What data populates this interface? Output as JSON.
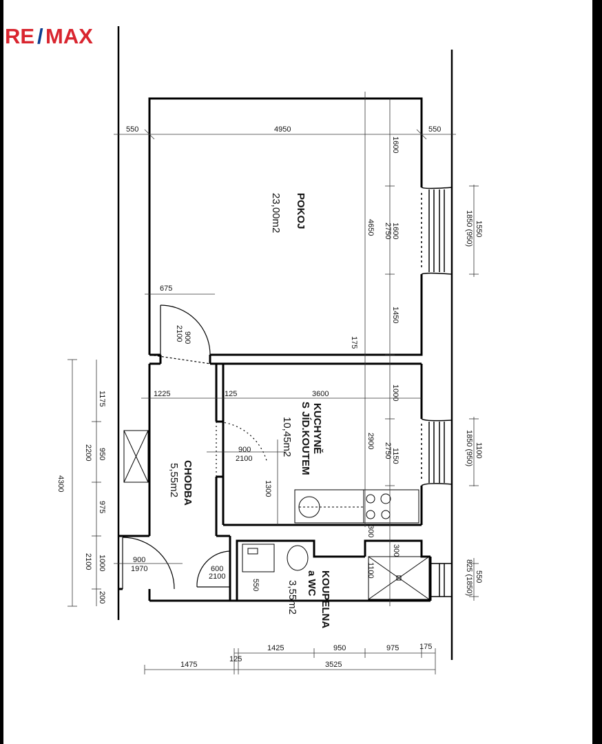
{
  "brand": {
    "logo_left": "RE",
    "logo_slash": "/",
    "logo_right": "MAX",
    "colors": {
      "red": "#d9252f",
      "blue": "#0a3d8f"
    }
  },
  "rooms": {
    "pokoj": {
      "name": "POKOJ",
      "area": "23,00m2"
    },
    "kuchyne": {
      "name_line1": "KUCHYNĚ",
      "name_line2": "S JÍD.KOUTEM",
      "area": "10,45m2"
    },
    "chodba": {
      "name": "CHODBA",
      "area": "5,55m2"
    },
    "koupelna": {
      "name_line1": "KOUPELNA",
      "name_line2": "a WC",
      "area": "3,55m2"
    }
  },
  "dims": {
    "top_550_left": "550",
    "top_4950": "4950",
    "top_550_right": "550",
    "d675": "675",
    "pokoj_door_w": "900",
    "pokoj_door_h": "2100",
    "v1600_a": "1600",
    "v1600_b": "1600",
    "v2750_a": "2750",
    "v1450": "1450",
    "v4650": "4650",
    "v175": "175",
    "win1_1550": "1550",
    "win1_1850": "1850 (950)",
    "h1225": "1225",
    "h125_a": "125",
    "h3600": "3600",
    "v1000_a": "1000",
    "v1150": "1150",
    "v2750_b": "2750",
    "v2900": "2900",
    "win2_1100": "1100",
    "win2_1850": "1850 (950)",
    "kitchen_door_w": "900",
    "kitchen_door_h": "2100",
    "v1300": "1300",
    "v300_a": "300",
    "v300_b": "300",
    "v1100": "1100",
    "win3_550": "550",
    "win3_825": "825 (1850)",
    "v550_bath": "550",
    "bath_door_w": "600",
    "bath_door_h": "2100",
    "entry_door_w": "900",
    "entry_door_h": "1970",
    "left_4300": "4300",
    "left_1175": "1175",
    "left_2200": "2200",
    "left_950": "950",
    "left_975": "975",
    "left_2100": "2100",
    "left_1000": "1000",
    "left_200": "200",
    "b1425": "1425",
    "b950": "950",
    "b975": "975",
    "b175": "175",
    "b1475": "1475",
    "b125": "125",
    "b3525": "3525"
  }
}
